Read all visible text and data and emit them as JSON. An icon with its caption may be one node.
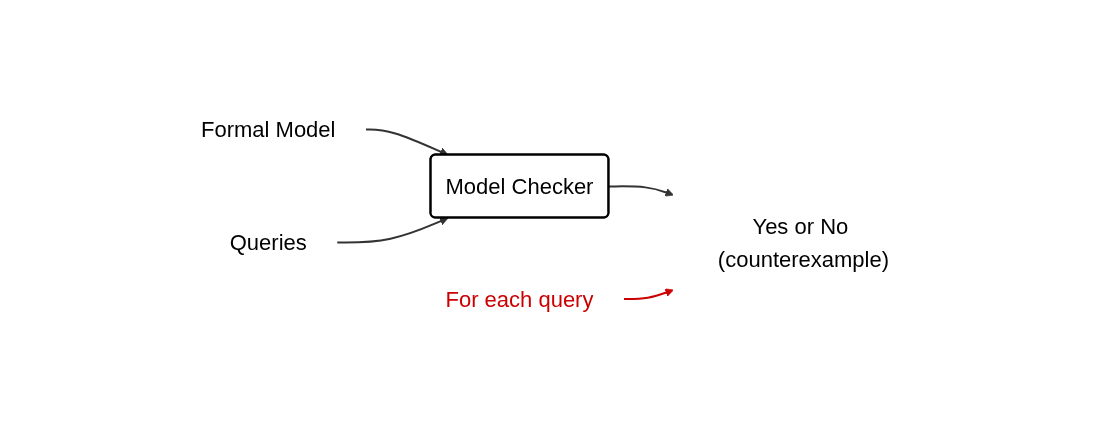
{
  "diagram": {
    "nodes": [
      {
        "text": [
          "Formal Model"
        ]
      },
      {
        "text": [
          "Queries"
        ]
      },
      {
        "text": [
          "Model Checker"
        ]
      },
      {
        "text": [
          "Yes or No (counterexample)"
        ]
      },
      {
        "text": [
          "For each query"
        ]
      }
    ],
    "edges": [
      {
        "from": 0,
        "to": 2,
        "arrow": "to"
      },
      {
        "from": 1,
        "to": 2,
        "arrow": "to"
      },
      {
        "from": 2,
        "to": 3,
        "arrow": "to"
      },
      {
        "from": 4,
        "to": 3,
        "arrow": "to",
        "color": "#cc0000"
      }
    ]
  }
}
